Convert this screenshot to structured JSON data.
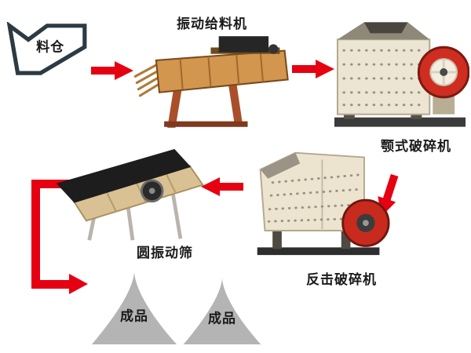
{
  "colors": {
    "arrow": "#e50012",
    "hopper_outline": "#2c3a44",
    "pile": "#b4b4b4",
    "label": "#1a1a1a"
  },
  "nodes": {
    "hopper": {
      "label": "料仓"
    },
    "feeder": {
      "label": "振动给料机"
    },
    "jaw_crusher": {
      "label": "颚式破碎机"
    },
    "impact_crusher": {
      "label": "反击破碎机"
    },
    "screen": {
      "label": "圆振动筛"
    },
    "product_left": {
      "label": "成品"
    },
    "product_right": {
      "label": "成品"
    }
  }
}
